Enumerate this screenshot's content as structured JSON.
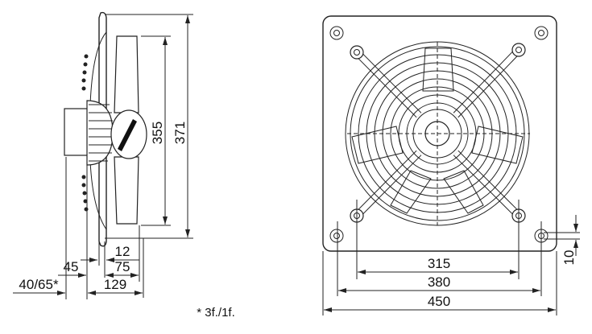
{
  "side_view": {
    "dims": {
      "height_inner": "355",
      "height_outer": "371",
      "d12": "12",
      "d45": "45",
      "d75": "75",
      "d129": "129",
      "d40_65": "40/65*"
    },
    "footnote": "* 3f./1f."
  },
  "front_view": {
    "dims": {
      "arm_spacing": "315",
      "hole_spacing": "380",
      "plate_width": "450",
      "hole_offset": "10"
    }
  }
}
